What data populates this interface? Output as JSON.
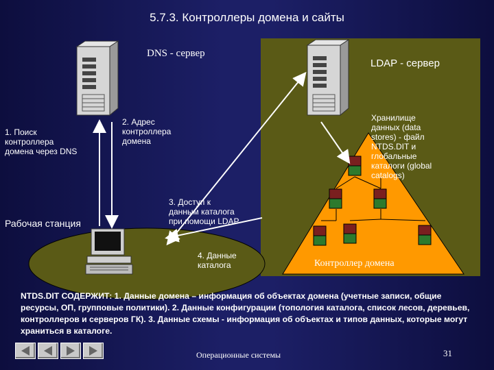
{
  "title": "5.7.3. Контроллеры домена и сайты",
  "labels": {
    "dns_server": "DNS - сервер",
    "ldap_server": "LDAP - сервер",
    "search_line1": "1. Поиск",
    "search_line2": "контроллера",
    "search_line3": "домена через DNS",
    "address_line1": "2. Адрес",
    "address_line2": "контроллера",
    "address_line3": "домена",
    "workstation": "Рабочая станция",
    "access_line1": "3. Доступ к",
    "access_line2": "данным каталога",
    "access_line3": "при помощи LDAP",
    "data_line1": "4. Данные",
    "data_line2": "каталога",
    "store_line1": "Хранилище",
    "store_line2": "данных (data",
    "store_line3": "stores) - файл",
    "store_line4": "NTDS.DIT и",
    "store_line5": "глобальные",
    "store_line6": "каталоги (global",
    "store_line7": "catalogs)",
    "domain_controller": "Контроллер домена"
  },
  "description": "NTDS.DIT СОДЕРЖИТ: 1. Данные домена – информация об объектах домена (учетные записи, общие ресурсы, ОП, групповые политики). 2. Данные конфигурации (топология каталога, список лесов, деревьев, контроллеров и серверов ГК). 3. Данные схемы - информация об объектах и типов данных, которые могут храниться в каталоге.",
  "footer": {
    "course": "Операционные системы",
    "page": "31"
  },
  "colors": {
    "panel": "#5a5a16",
    "triangle": "#ff9900",
    "ellipse": "#5a5a16",
    "background": "#1c1f66"
  },
  "icons": {
    "server": "server-tower-icon",
    "workstation": "desktop-computer-icon",
    "nav_first": "nav-first-icon",
    "nav_prev": "nav-prev-icon",
    "nav_next": "nav-next-icon",
    "nav_last": "nav-last-icon"
  }
}
